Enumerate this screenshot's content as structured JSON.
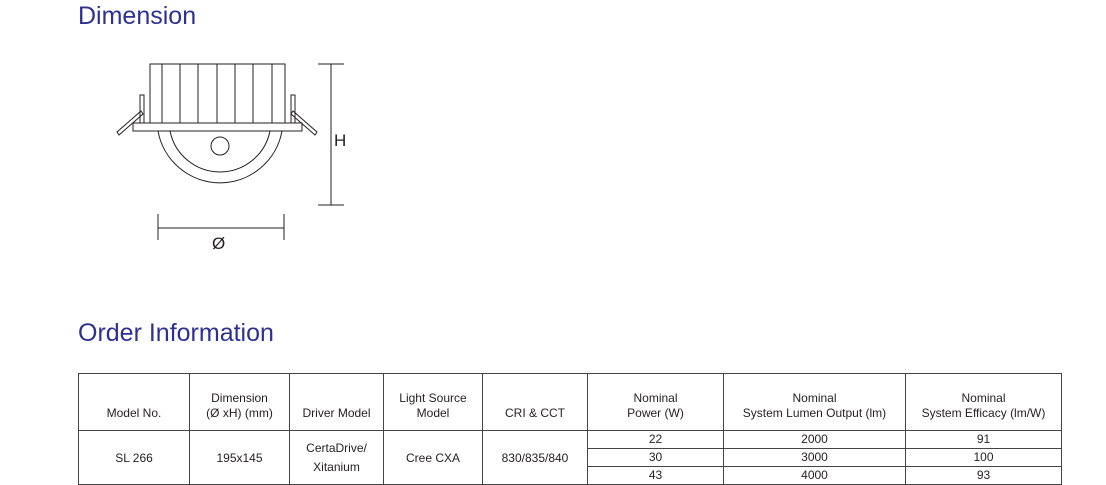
{
  "dimension": {
    "title": "Dimension",
    "h_label": "H",
    "d_label": "Ø"
  },
  "order": {
    "title": "Order Information",
    "headers": {
      "model": "Model No.",
      "dim1": "Dimension",
      "dim2": "(Ø xH) (mm)",
      "driver": "Driver Model",
      "ls1": "Light Source",
      "ls2": "Model",
      "cri": "CRI & CCT",
      "p1": "Nominal",
      "p2": "Power (W)",
      "l1": "Nominal",
      "l2": "System Lumen Output (lm)",
      "e1": "Nominal",
      "e2": "System Efficacy (lm/W)"
    },
    "row": {
      "model": "SL 266",
      "dimension": "195x145",
      "driver1": "CertaDrive/",
      "driver2": "Xitanium",
      "light_source": "Cree CXA",
      "cri": "830/835/840"
    },
    "variants": [
      {
        "power": "22",
        "lumen": "2000",
        "efficacy": "91"
      },
      {
        "power": "30",
        "lumen": "3000",
        "efficacy": "100"
      },
      {
        "power": "43",
        "lumen": "4000",
        "efficacy": "93"
      }
    ]
  }
}
